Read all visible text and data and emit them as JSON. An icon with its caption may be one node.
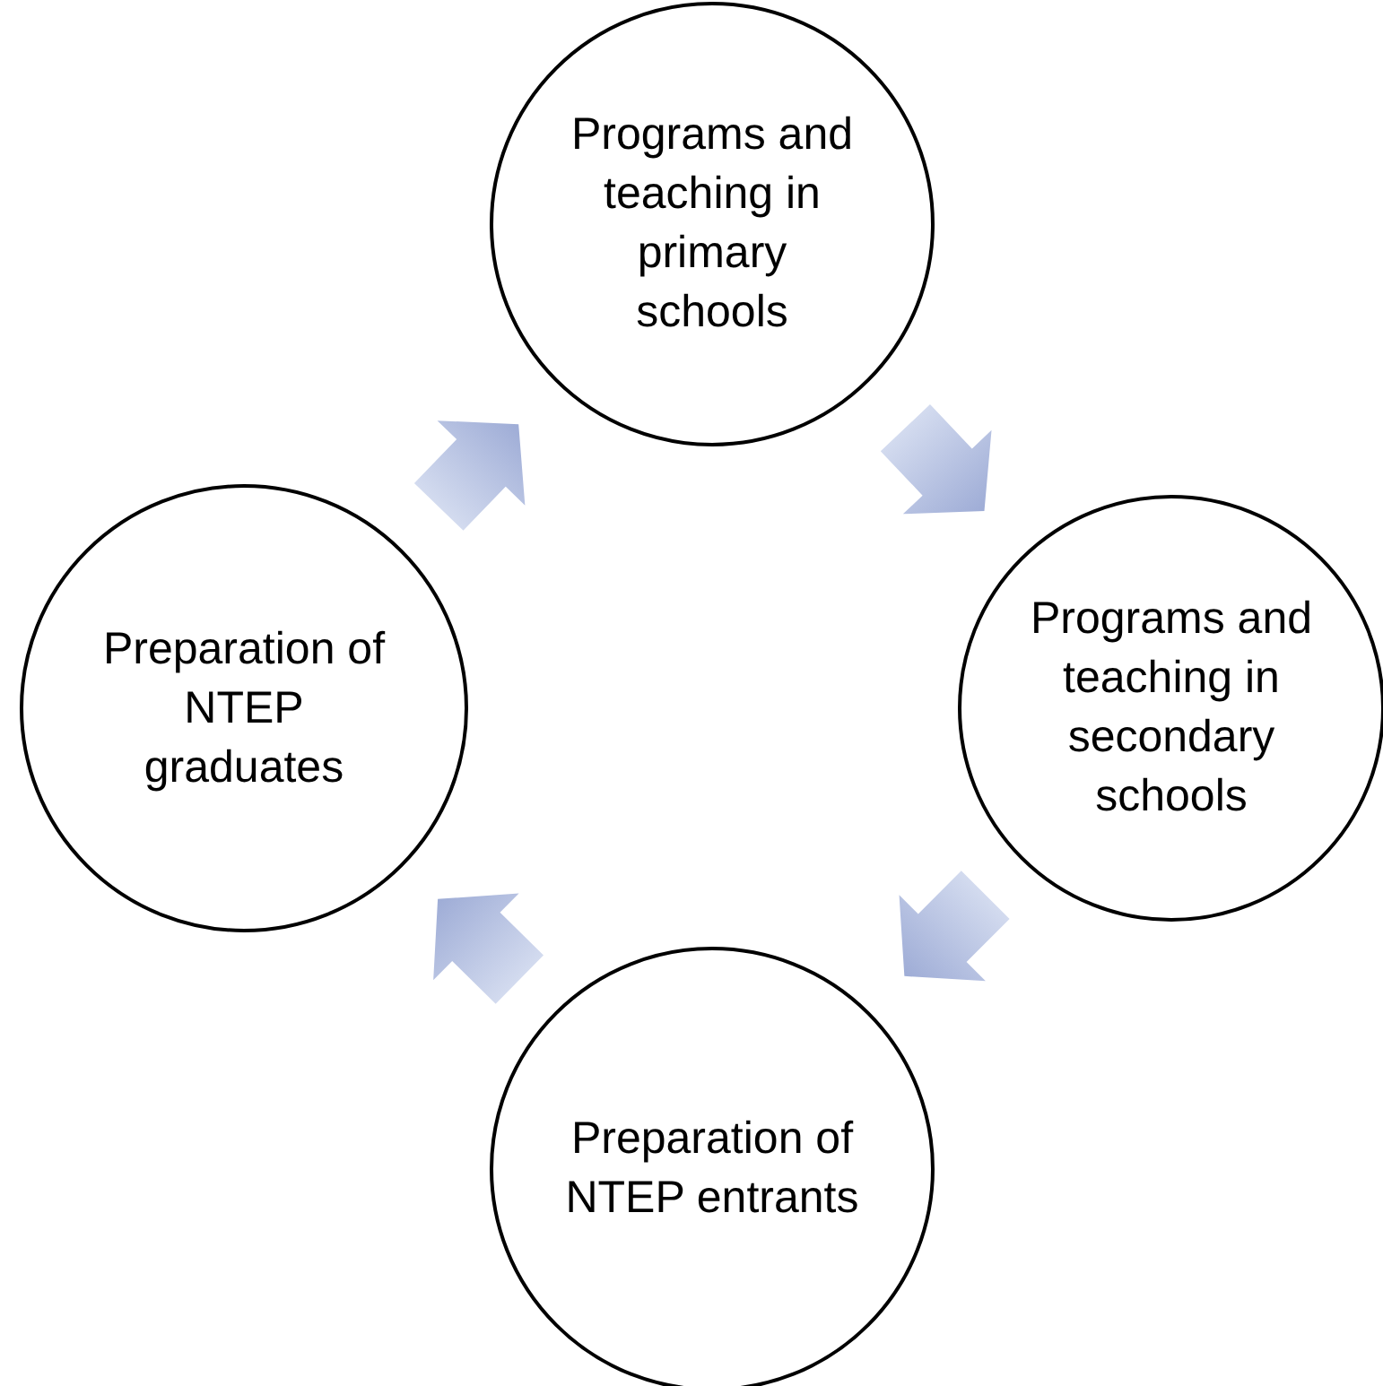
{
  "diagram": {
    "nodes": [
      {
        "text": [
          "Programs and teaching in primary schools"
        ]
      },
      {
        "text": [
          "Programs and teaching in secondary schools"
        ]
      },
      {
        "text": [
          "Preparation of NTEP entrants"
        ]
      },
      {
        "text": [
          "Preparation of NTEP graduates"
        ]
      }
    ],
    "edges": [
      {
        "from": 0,
        "to": 1,
        "arrow": "to"
      },
      {
        "from": 1,
        "to": 2,
        "arrow": "to"
      },
      {
        "from": 2,
        "to": 3,
        "arrow": "to"
      },
      {
        "from": 3,
        "to": 0,
        "arrow": "to"
      }
    ]
  }
}
